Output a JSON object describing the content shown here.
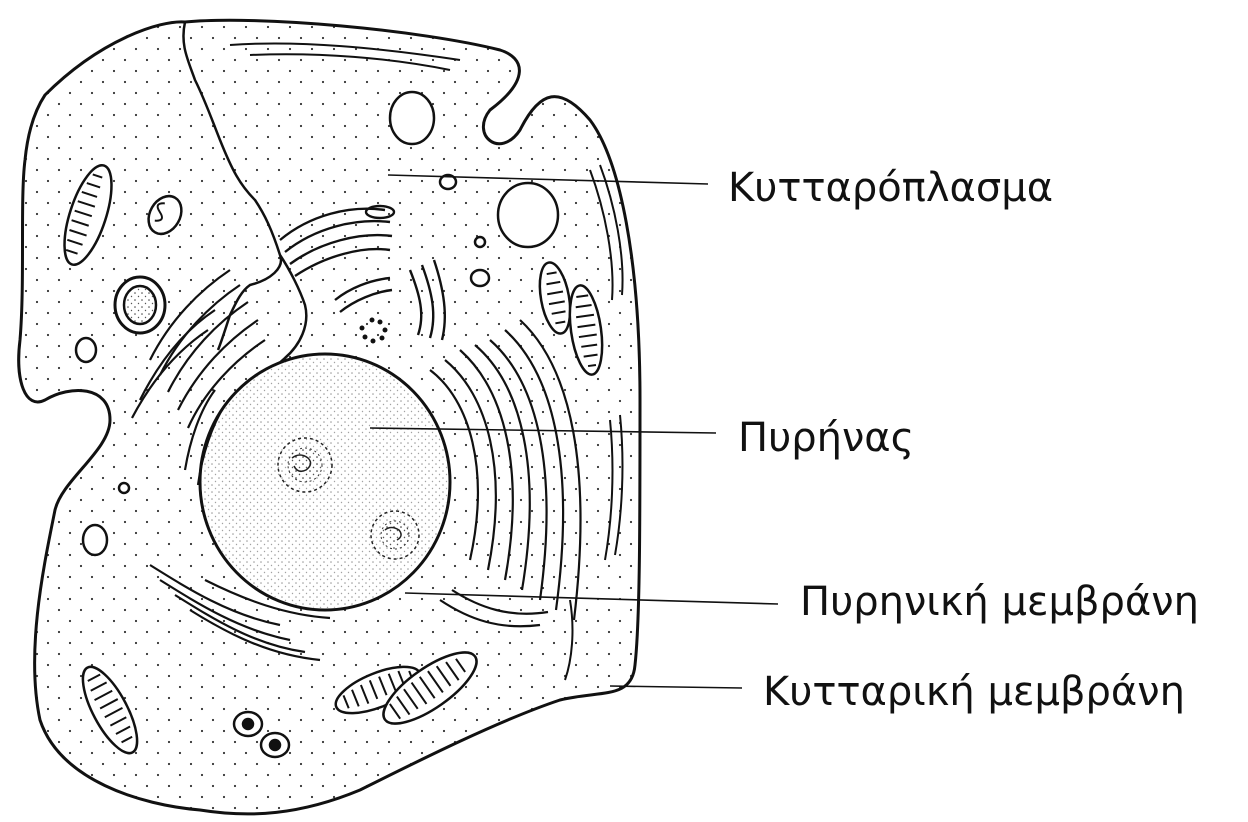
{
  "diagram": {
    "labels": {
      "cytoplasm": "Κυτταρόπλασμα",
      "nucleus": "Πυρήνας",
      "nuclear_membrane": "Πυρηνική μεμβράνη",
      "cell_membrane": "Κυτταρική μεμβράνη"
    },
    "colors": {
      "ink": "#111111",
      "background": "#ffffff"
    }
  }
}
